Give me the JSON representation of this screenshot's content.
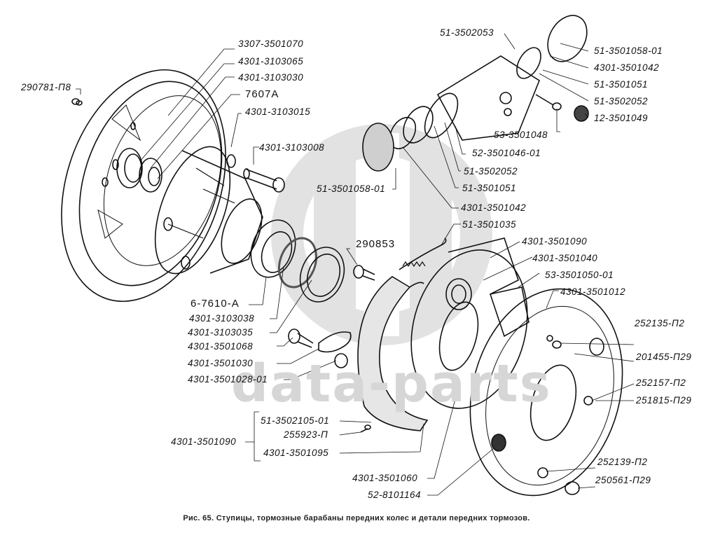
{
  "figure": {
    "caption": "Рис. 65. Ступицы, тормозные барабаны передних колес и детали передних тормозов.",
    "watermark": "data-parts",
    "watermark_logo": "gaz-logo-icon"
  },
  "labels": {
    "l290781": "290781-П8",
    "l3307_3501070": "3307-3501070",
    "l4301_3103065": "4301-3103065",
    "l4301_3103030": "4301-3103030",
    "l7607A": "7607А",
    "l4301_3103015": "4301-3103015",
    "l4301_3103008": "4301-3103008",
    "l51_3502053": "51-3502053",
    "l51_3501058_01_top": "51-3501058-01",
    "l4301_3501042_top": "4301-3501042",
    "l51_3501051_top": "51-3501051",
    "l51_3502052_top": "51-3502052",
    "l53_3501048": "53-3501048",
    "l12_3501049": "12-3501049",
    "l52_3501046_01": "52-3501046-01",
    "l51_3502052_bot": "51-3502052",
    "l51_3501051_bot": "51-3501051",
    "l51_3501058_01_bot": "51-3501058-01",
    "l4301_3501042_bot": "4301-3501042",
    "l51_3501035": "51-3501035",
    "l290853": "290853",
    "l4301_3501090_top": "4301-3501090",
    "l4301_3501040": "4301-3501040",
    "l53_3501050_01": "53-3501050-01",
    "l4301_3501012": "4301-3501012",
    "l6_7610_A": "6-7610-А",
    "l4301_3103038": "4301-3103038",
    "l4301_3103035": "4301-3103035",
    "l4301_3501068": "4301-3501068",
    "l4301_3501030": "4301-3501030",
    "l4301_3501028_01": "4301-3501028-01",
    "l252135_P2": "252135-П2",
    "l201455_P29": "201455-П29",
    "l252157_P2": "252157-П2",
    "l251815_P29": "251815-П29",
    "l51_3502105_01": "51-3502105-01",
    "l255923_P": "255923-П",
    "l4301_3501095": "4301-3501095",
    "l4301_3501090_left": "4301-3501090",
    "l4301_3501060": "4301-3501060",
    "l52_8101164": "52-8101164",
    "l252139_P2": "252139-П2",
    "l250561_P29": "250561-П29"
  }
}
